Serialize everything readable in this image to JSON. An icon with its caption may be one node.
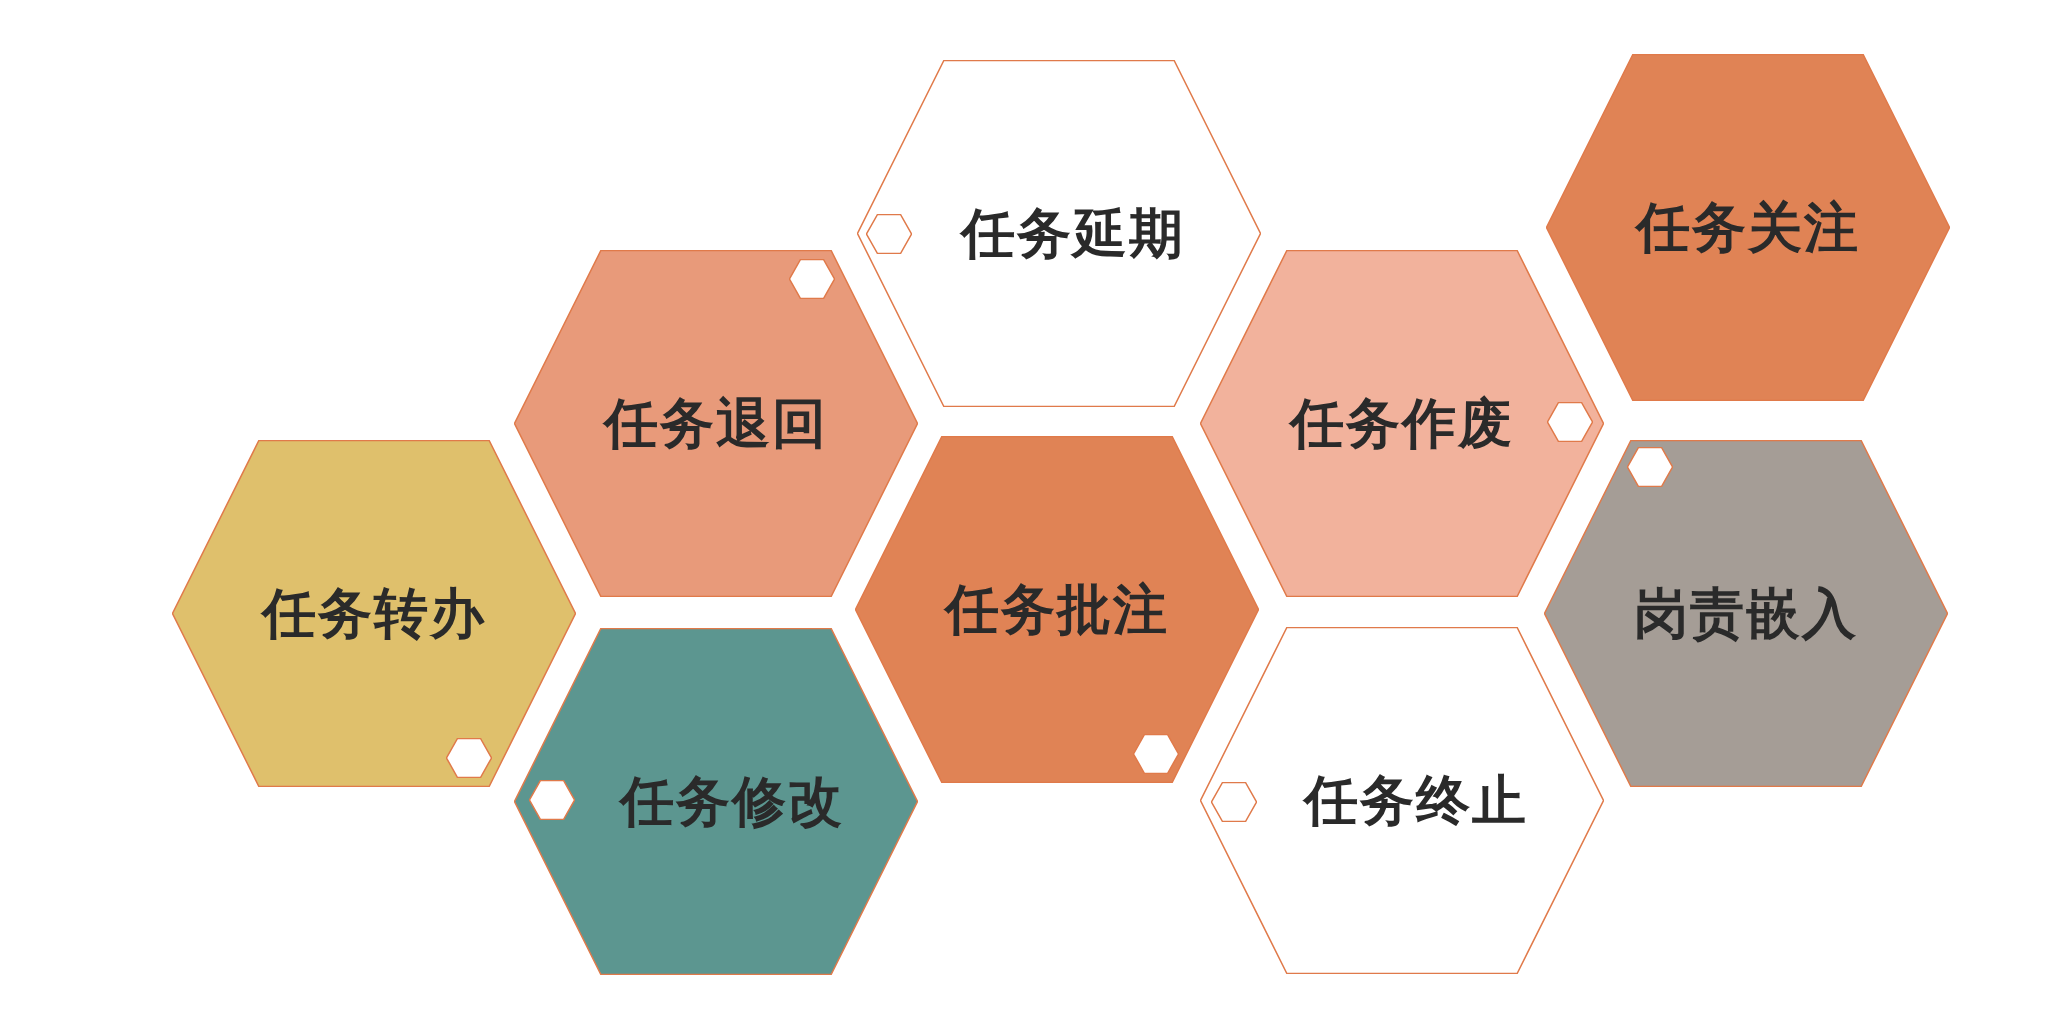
{
  "diagram": {
    "nodes": [
      {
        "text": [
          "任务转办"
        ]
      },
      {
        "text": [
          "任务退回"
        ]
      },
      {
        "text": [
          "任务修改"
        ]
      },
      {
        "text": [
          "任务延期"
        ]
      },
      {
        "text": [
          "任务批注"
        ]
      },
      {
        "text": [
          "任务作废"
        ]
      },
      {
        "text": [
          "任务终止"
        ]
      },
      {
        "text": [
          "任务关注"
        ]
      },
      {
        "text": [
          "岗责嵌入"
        ]
      }
    ]
  }
}
